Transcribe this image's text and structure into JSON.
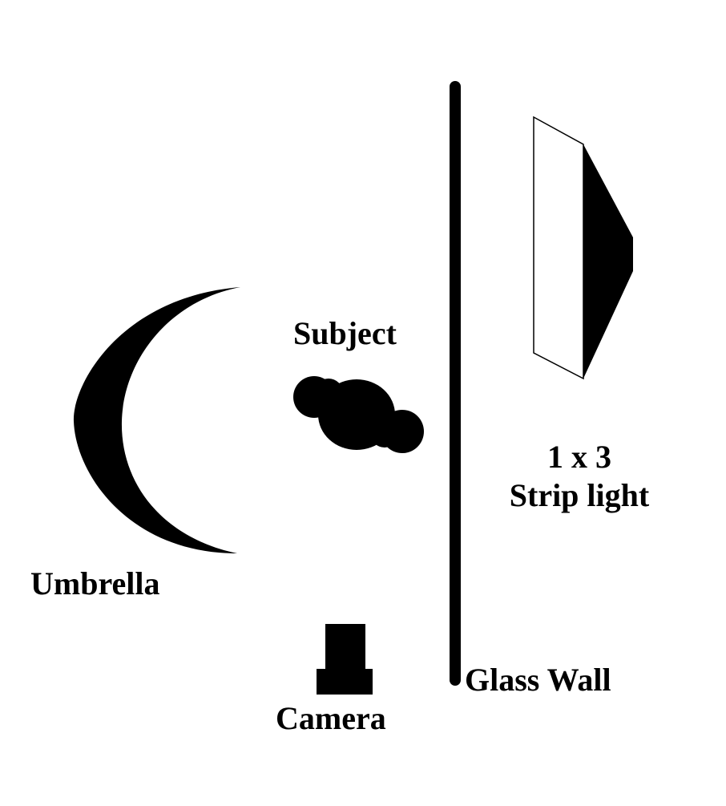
{
  "diagram": {
    "labels": {
      "subject": "Subject",
      "strip_light_line1": "1 x 3",
      "strip_light_line2": "Strip light",
      "umbrella": "Umbrella",
      "glass_wall": "Glass Wall",
      "camera": "Camera"
    },
    "colors": {
      "ink": "#000000",
      "background": "#ffffff"
    },
    "elements": [
      "umbrella-icon",
      "subject-icon",
      "glass-wall",
      "strip-light-icon",
      "camera-icon"
    ]
  }
}
